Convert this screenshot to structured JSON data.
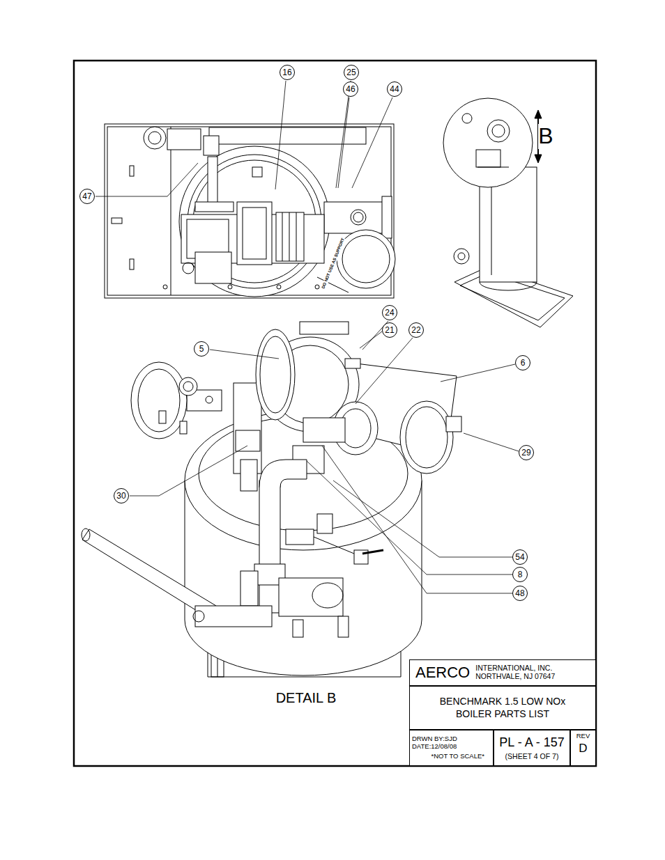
{
  "diagram": {
    "nodes": [
      {
        "text": [
          "AERCO",
          "INTERNATIONAL, INC. NORTHVALE, NJ 07647"
        ]
      },
      {
        "text": [
          "BENCHMARK 1.5 LOW NOx BOILER PARTS LIST"
        ]
      },
      {
        "text": [
          "DRWN BY:SJD",
          "DATE:12/08/08",
          "*NOT TO SCALE*"
        ]
      },
      {
        "text": [
          "PL - A - 157",
          "(SHEET 4 OF 7)"
        ]
      },
      {
        "text": [
          "REV",
          "D"
        ]
      }
    ],
    "labels": [
      "16",
      "25",
      "46",
      "44",
      "47",
      "24",
      "21",
      "22",
      "5",
      "6",
      "29",
      "30",
      "54",
      "8",
      "48",
      "B",
      "DETAIL B",
      "DO NOT USE AS SUPPORT"
    ]
  }
}
